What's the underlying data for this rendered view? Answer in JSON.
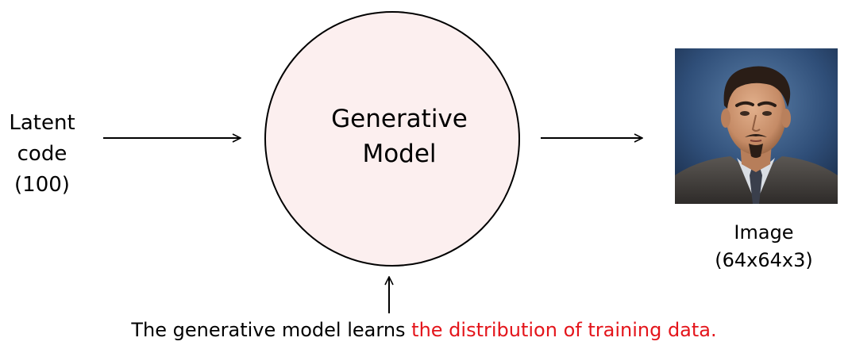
{
  "input": {
    "lines": [
      "Latent",
      "code",
      "(100)"
    ]
  },
  "model": {
    "lines": [
      "Generative",
      "Model"
    ],
    "fill_color": "#fcefef"
  },
  "output": {
    "lines": [
      "Image",
      "(64x64x3)"
    ],
    "picture": "portrait-photo"
  },
  "caption": {
    "plain": "The generative model learns ",
    "highlight": "the distribution of training data.",
    "highlight_color": "#e4151b"
  }
}
